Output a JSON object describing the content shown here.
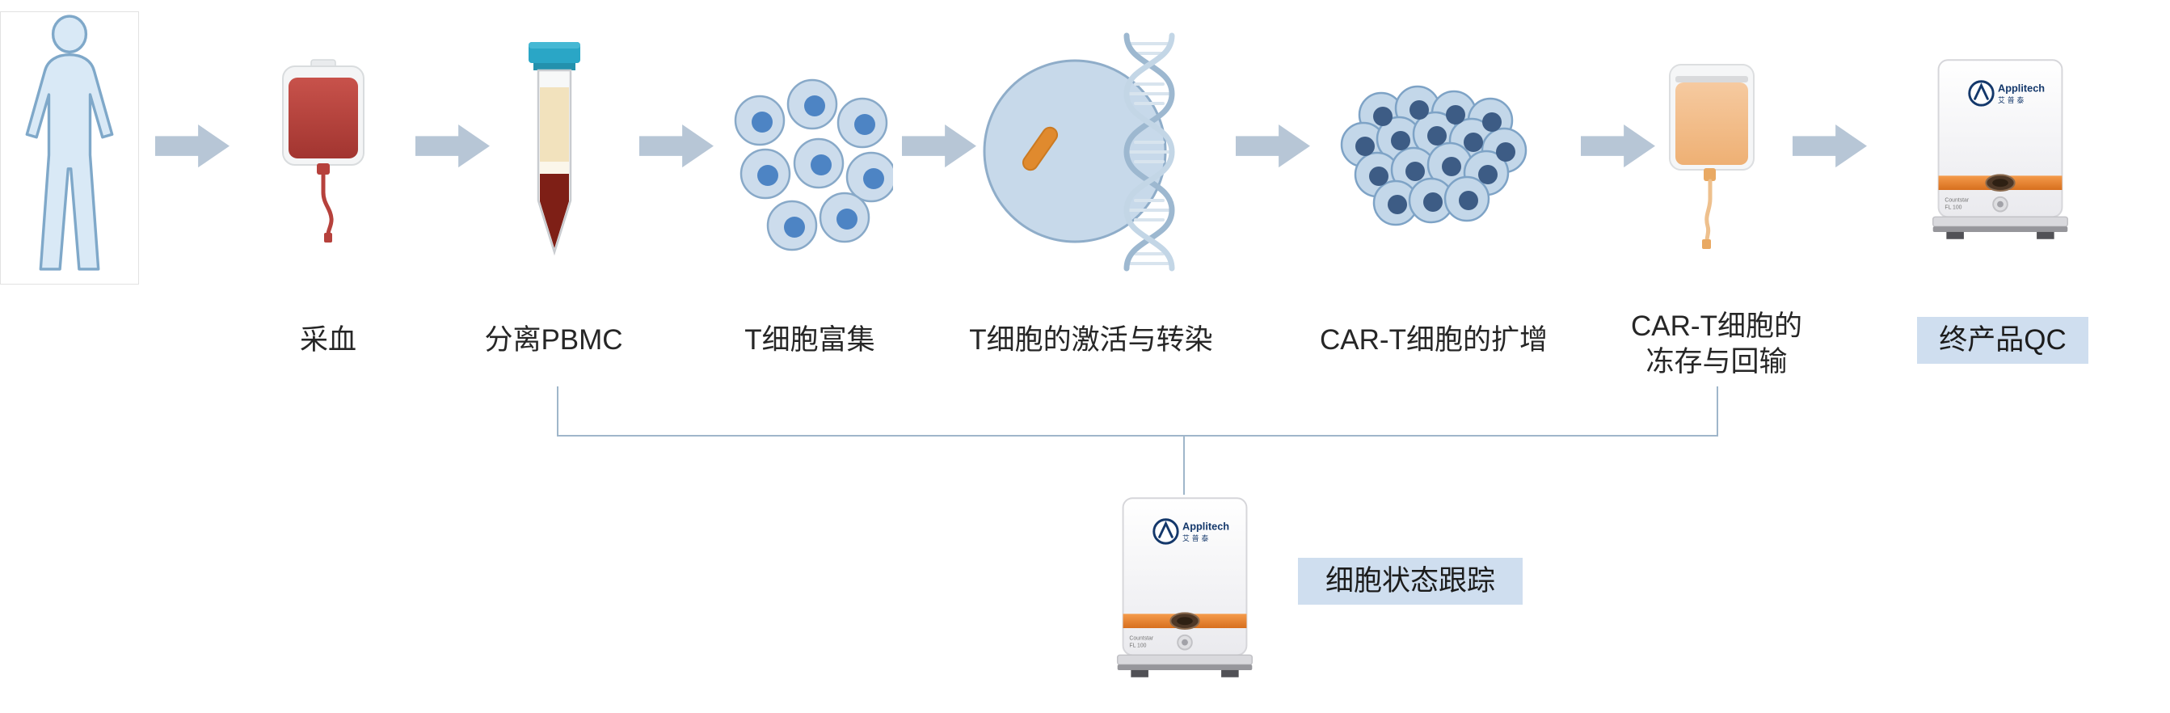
{
  "colors": {
    "arrow": "#b7c6d6",
    "bracket_line": "#9fb6ca",
    "highlight_bg": "#cfdeef",
    "label_text": "#262626",
    "accent_orange": "#e0762e",
    "cell_fill": "#c7d9ea",
    "blood_red": "#b6413c",
    "cap_cyan": "#2aa6c6"
  },
  "patient": {
    "icon": "human-body-icon"
  },
  "steps": [
    {
      "id": "blood-collection",
      "label": "采血",
      "icon": "blood-bag-icon"
    },
    {
      "id": "pbmc-separation",
      "label": "分离PBMC",
      "icon": "centrifuge-tube-icon"
    },
    {
      "id": "t-cell-enrichment",
      "label": "T细胞富集",
      "icon": "cell-cluster-icon"
    },
    {
      "id": "activation-transfection",
      "label": "T细胞的激活与转染",
      "icon": "activation-dna-icon"
    },
    {
      "id": "cart-expansion",
      "label": "CAR-T细胞的扩增",
      "icon": "expanded-cells-icon"
    },
    {
      "id": "cryo-reinfusion",
      "label_line1": "CAR-T细胞的",
      "label_line2": "冻存与回输",
      "icon": "infusion-bag-icon"
    },
    {
      "id": "final-product-qc",
      "label": "终产品QC",
      "icon": "qc-instrument-icon",
      "highlighted": true
    }
  ],
  "tracking": {
    "label": "细胞状态跟踪",
    "highlighted": true,
    "icon": "tracking-instrument-icon"
  },
  "instrument": {
    "brand": "Applitech",
    "brand_cn": "艾普泰",
    "model_line1": "Countstar",
    "model_line2": "FL 100"
  }
}
